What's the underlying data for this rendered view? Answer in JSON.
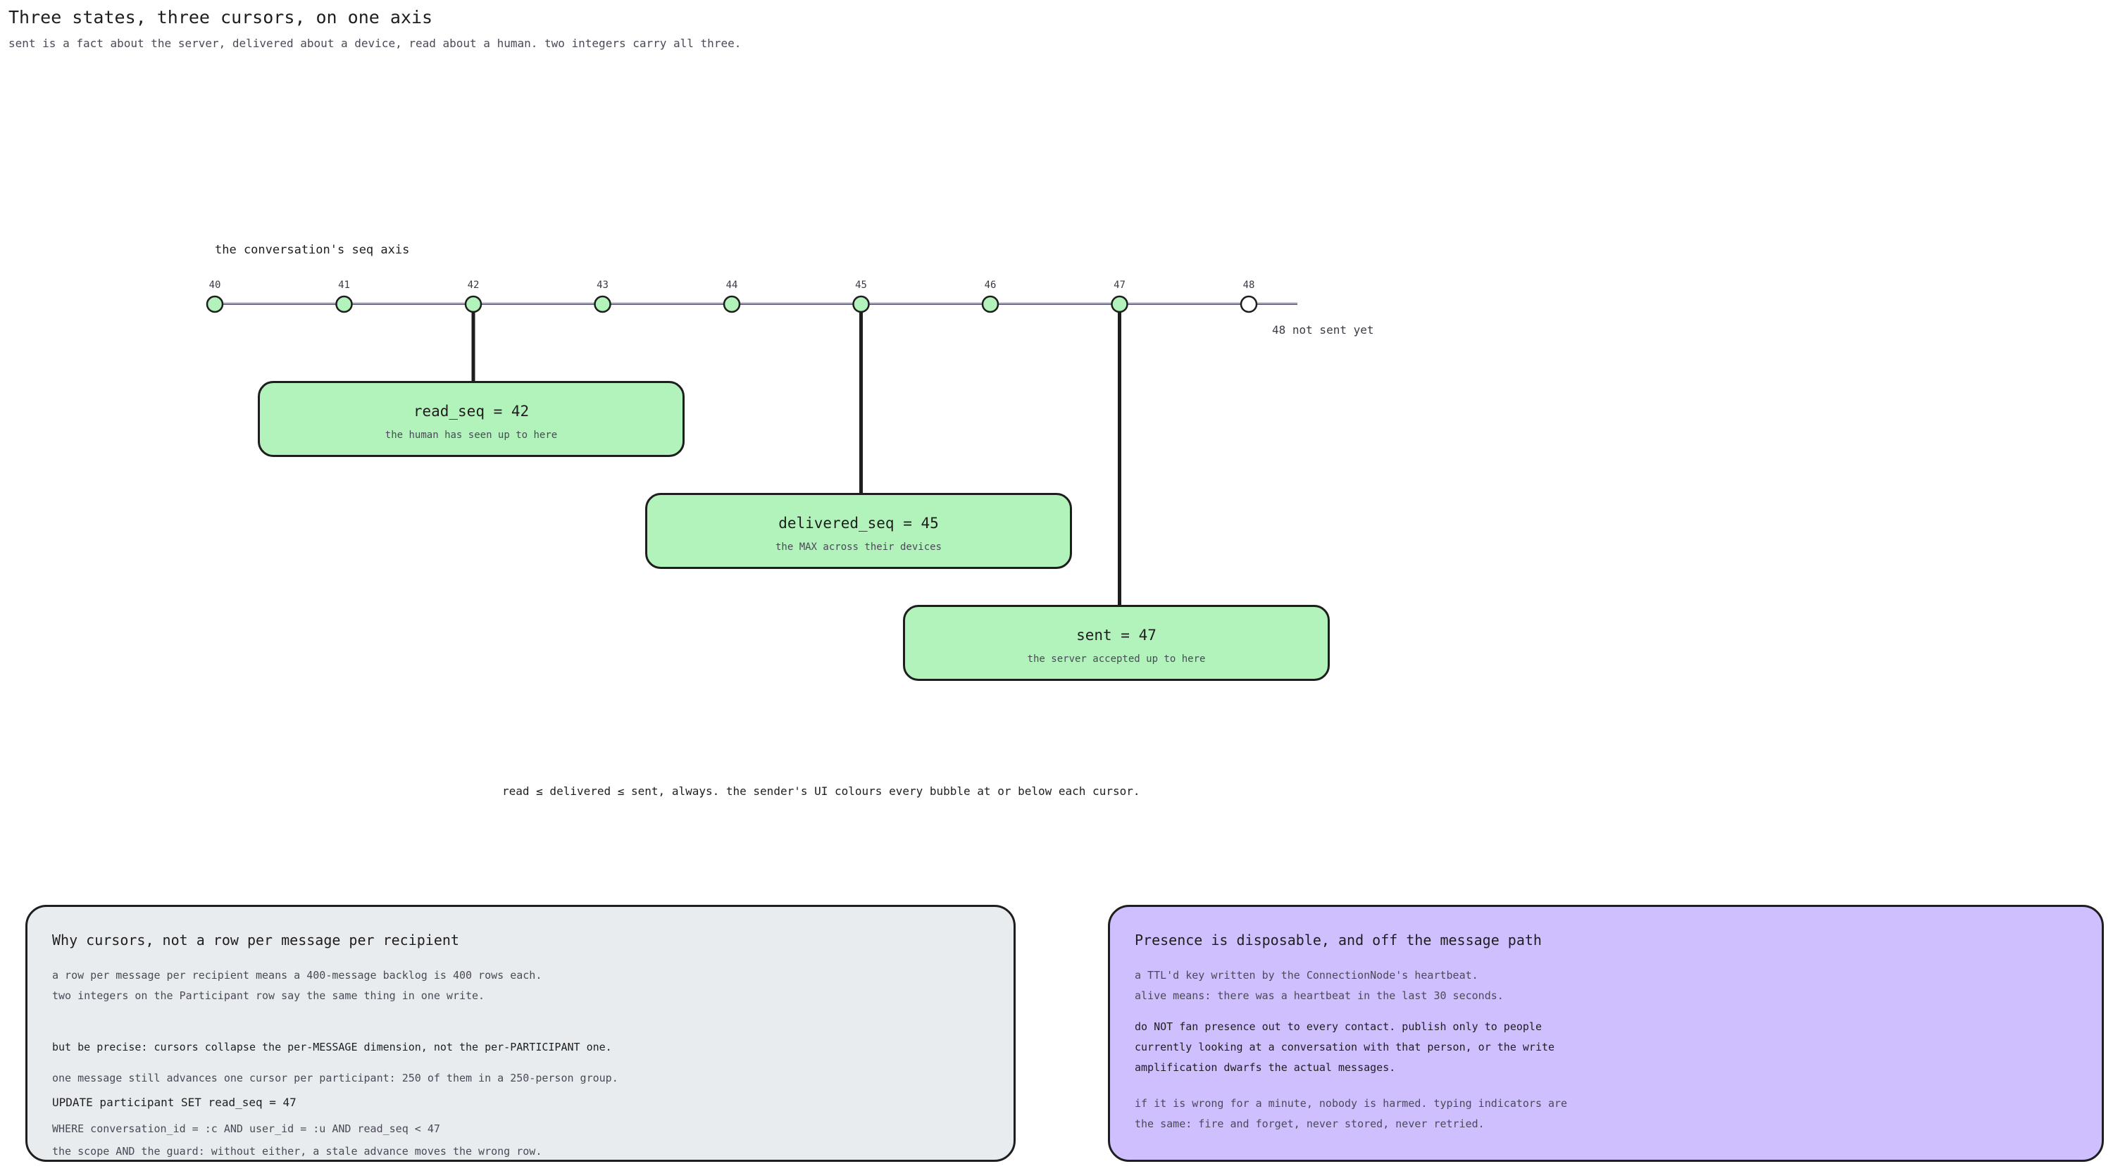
{
  "header": {
    "title": "Three states, three cursors, on one axis",
    "subtitle": "sent is a fact about the server, delivered about a device, read about a human. two integers carry all three."
  },
  "axis": {
    "label": "the conversation's seq axis",
    "ticks": [
      "40",
      "41",
      "42",
      "43",
      "44",
      "45",
      "46",
      "47",
      "48"
    ],
    "unsent_note": "48 not sent yet"
  },
  "cursors": {
    "read": {
      "title": "read_seq = 42",
      "subtitle": "the human has seen up to here",
      "seq": 42
    },
    "delivered": {
      "title": "delivered_seq = 45",
      "subtitle": "the MAX across their devices",
      "seq": 45
    },
    "sent": {
      "title": "sent = 47",
      "subtitle": "the server accepted up to here",
      "seq": 47
    }
  },
  "invariant": "read ≤ delivered ≤ sent, always. the sender's UI colours every bubble at or below each cursor.",
  "panels": {
    "cursors": {
      "title": "Why cursors, not a row per message per recipient",
      "lines": [
        "a row per message per recipient means a 400-message backlog is 400 rows each.",
        "two integers on the Participant row say the same thing in one write.",
        "but be precise: cursors collapse the per-MESSAGE dimension, not the per-PARTICIPANT one.",
        "one message still advances one cursor per participant: 250 of them in a 250-person group.",
        "UPDATE participant SET read_seq = 47",
        "WHERE conversation_id = :c AND user_id = :u AND read_seq < 47",
        "the scope AND the guard: without either, a stale advance moves the wrong row."
      ]
    },
    "presence": {
      "title": "Presence is disposable, and off the message path",
      "lines": [
        "a TTL'd key written by the ConnectionNode's heartbeat.",
        "alive means: there was a heartbeat in the last 30 seconds.",
        "do NOT fan presence out to every contact. publish only to people",
        "currently looking at a conversation with that person, or the write",
        "amplification dwarfs the actual messages.",
        "if it is wrong for a minute, nobody is harmed. typing indicators are",
        "the same: fire and forget, never stored, never retried."
      ]
    }
  },
  "colors": {
    "sent_fill": "#b2f2bb",
    "unsent_fill": "#ffffff",
    "cursor_box": "#b2f2bb",
    "panel_grey": "#e9ecef",
    "panel_violet": "#d0bfff",
    "stroke": "#1e1e1e"
  }
}
